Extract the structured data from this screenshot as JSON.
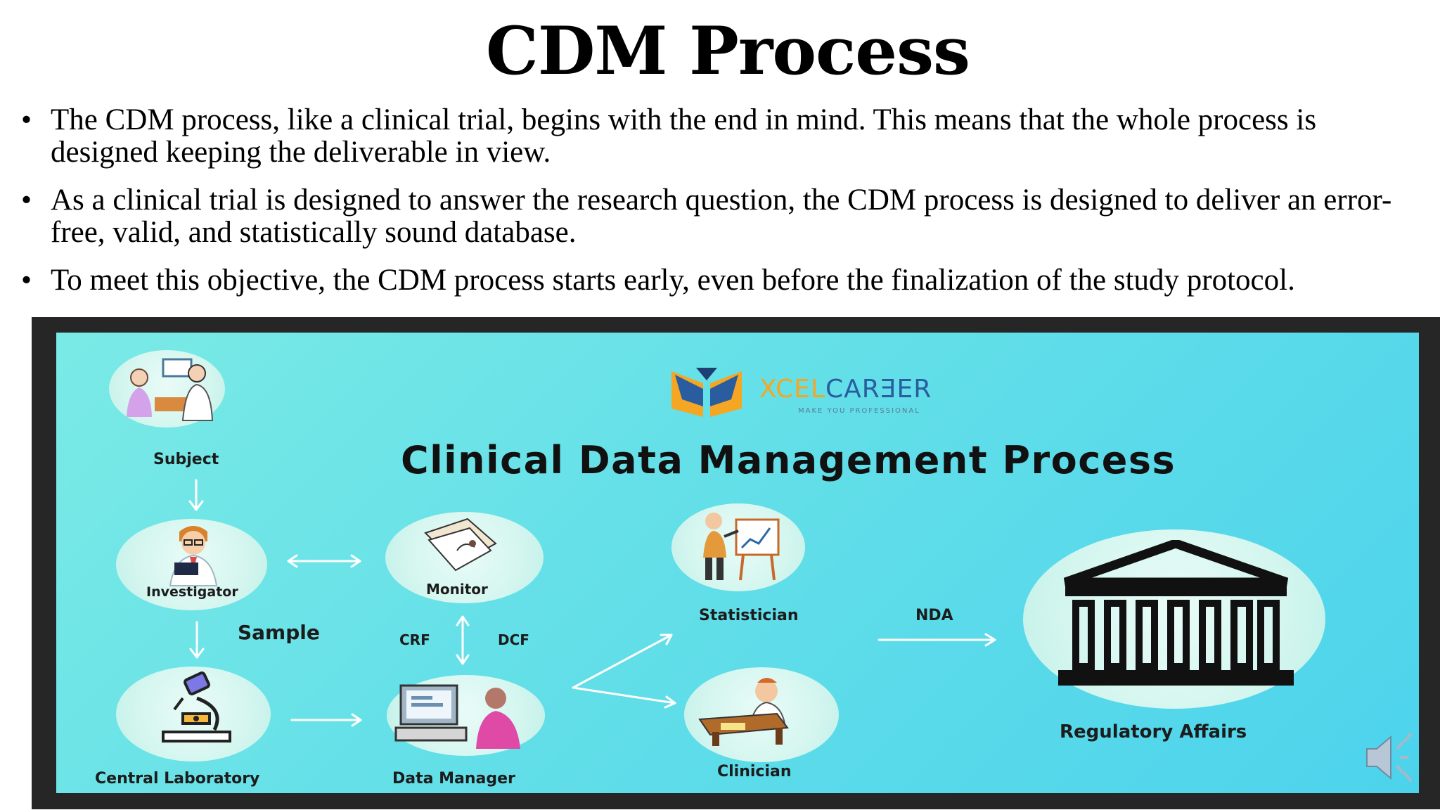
{
  "slide": {
    "title": "CDM Process",
    "bullets": [
      "The CDM process, like a clinical trial, begins with the end in mind. This means that the whole process is designed keeping the deliverable in view.",
      "As a clinical trial is designed to answer the research question, the CDM process is designed to deliver an error-free, valid, and statistically sound database.",
      "To meet this objective, the CDM process starts early, even before the finalization of the study protocol."
    ],
    "bullet_glyph": "•"
  },
  "diagram": {
    "brand": {
      "part1": "XCEL",
      "part2": "CARƎER",
      "tagline": "MAKE YOU PROFESSIONAL"
    },
    "title": "Clinical Data Management Process",
    "nodes": {
      "subject": "Subject",
      "investigator": "Investigator",
      "monitor": "Monitor",
      "central_lab": "Central Laboratory",
      "data_manager": "Data Manager",
      "statistician": "Statistician",
      "clinician": "Clinician",
      "regulatory": "Regulatory Affairs"
    },
    "edge_labels": {
      "sample": "Sample",
      "crf": "CRF",
      "dcf": "DCF",
      "nda": "NDA"
    },
    "icons": [
      "subject-icon",
      "investigator-icon",
      "monitor-icon",
      "microscope-icon",
      "data-manager-icon",
      "statistician-icon",
      "clinician-icon",
      "courthouse-icon",
      "speaker-icon"
    ],
    "colors": {
      "panel_start": "#7aeae6",
      "panel_end": "#4cd3ec",
      "node_fill": "#d4f6ef",
      "arrow": "#ffffff",
      "frame": "#262626"
    }
  }
}
